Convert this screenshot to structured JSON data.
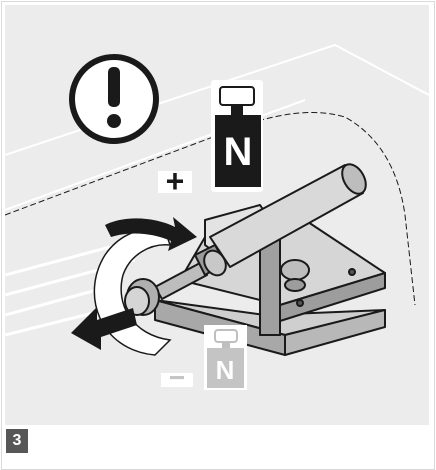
{
  "figure": {
    "step_number": "3",
    "weight_label_strong": "N",
    "weight_label_weak": "N",
    "plus_sign": "+",
    "minus_sign": "−",
    "icons": [
      "warning-exclamation-icon",
      "weight-icon",
      "plus-sign",
      "minus-sign",
      "rotation-arrow",
      "pull-arrow"
    ],
    "colors": {
      "background_panel": "#ececec",
      "metal_light": "#d6d6d6",
      "metal_dark": "#8f8f8f",
      "outline": "#1a1a1a",
      "ghost_weight": "#bfbfbf",
      "badge": "#575757"
    }
  }
}
